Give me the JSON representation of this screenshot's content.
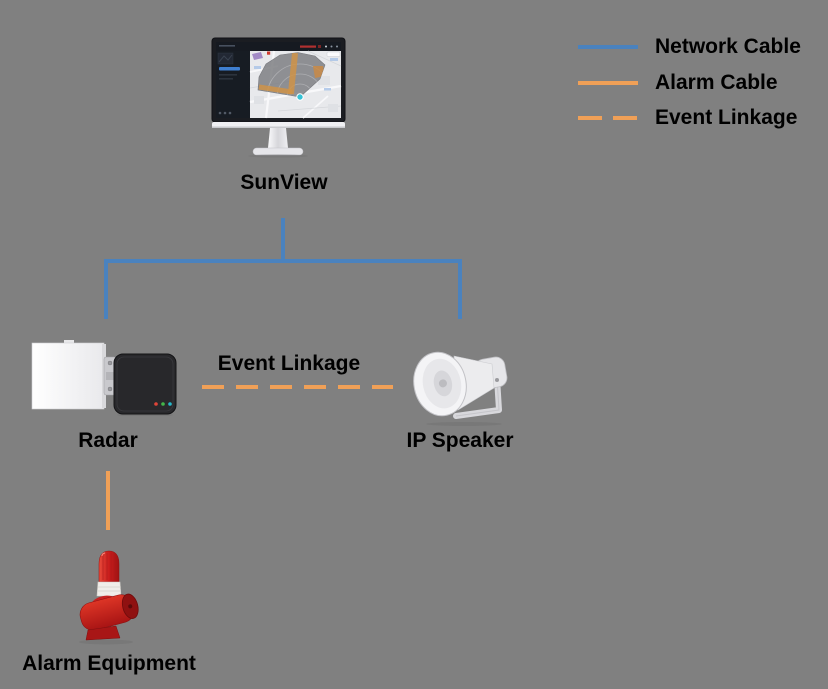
{
  "colors": {
    "background": "#808080",
    "network_cable": "#4a82be",
    "alarm_cable": "#f0a057",
    "event_linkage": "#f0a057",
    "label_text": "#000000"
  },
  "legend": {
    "items": [
      {
        "label": "Network Cable",
        "style": "solid",
        "color": "#4a82be"
      },
      {
        "label": "Alarm Cable",
        "style": "solid",
        "color": "#f0a057"
      },
      {
        "label": "Event Linkage",
        "style": "dashed",
        "color": "#f0a057"
      }
    ]
  },
  "nodes": {
    "sunview": {
      "label": "SunView"
    },
    "radar": {
      "label": "Radar"
    },
    "ip_speaker": {
      "label": "IP Speaker"
    },
    "alarm_equipment": {
      "label": "Alarm Equipment"
    }
  },
  "edges": {
    "radar_to_speaker_label": "Event Linkage"
  }
}
